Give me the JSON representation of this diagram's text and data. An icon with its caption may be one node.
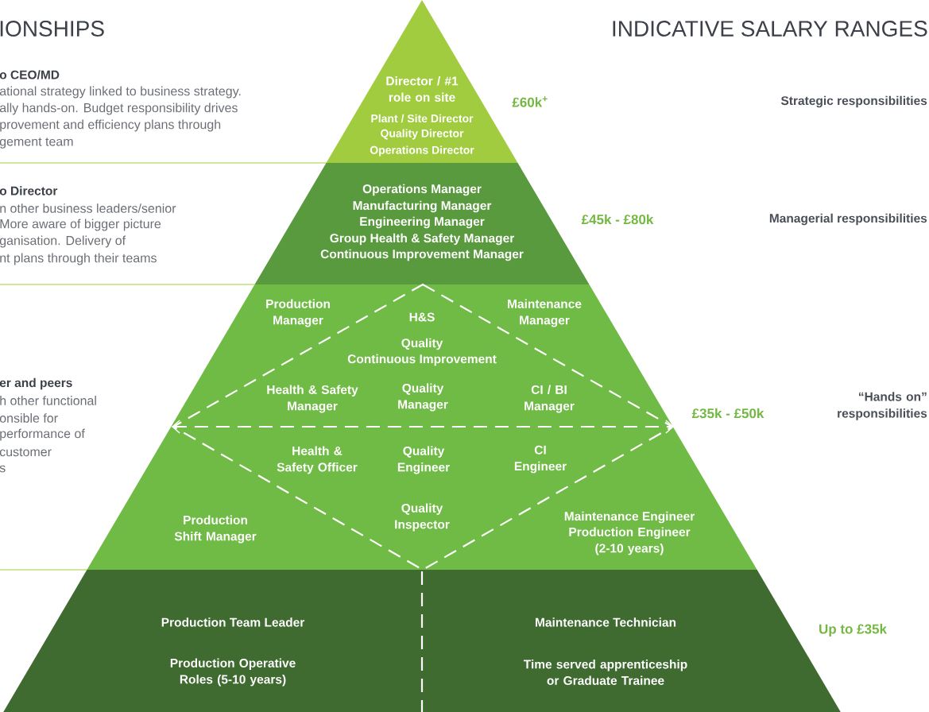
{
  "diagram": {
    "nodes": [
      {
        "text": [
          "Director / #1 role on site",
          "Plant / Site Director",
          "Quality Director",
          "Operations Director"
        ],
        "beside": [
          "£60k$^{+}$"
        ]
      },
      {
        "text": [
          "Operations Manager",
          "Manufacturing Manager",
          "Engineering Manager",
          "Group Health & Safety Manager",
          "Continuous Improvement Manager"
        ],
        "beside": [
          "£45k - £80k"
        ]
      },
      {
        "text": [
          "Production Manager",
          "H&S",
          "Maintenance Manager",
          "Quality",
          "Continuous Improvement",
          "Health & Safety Manager",
          "Quality Manager",
          "CI / BI Manager",
          "Health & Safety Officer",
          "Quality Engineer",
          "CI Engineer",
          "Production Shift Manager",
          "Quality Inspector",
          "Maintenance Engineer",
          "Production Engineer (2-10 years)"
        ],
        "beside": [
          "£35k - £50k"
        ]
      },
      {
        "text": [
          "Production Team Leader",
          "Production Operative Roles (5-10 years)",
          "Maintenance Technician",
          "Time served apprenticeship or Graduate Trainee"
        ],
        "beside": [
          "Up to £35k"
        ]
      }
    ],
    "labels": [
      "IONSHIPS",
      "INDICATIVE SALARY RANGES",
      "o CEO/MD",
      "ational strategy linked to business strategy.",
      "ally hands-on. Budget responsibility drives",
      "provement and efficiency plans through",
      "gement team",
      "o Director",
      "n other business leaders/senior",
      "More aware of bigger picture",
      "ganisation. Delivery of",
      "nt plans through their teams",
      "er and peers",
      "h other functional",
      "onsible for",
      "performance of",
      "customer",
      "s",
      "Strategic responsibilities",
      "Managerial responsibilities",
      "“Hands on” responsibilities"
    ]
  }
}
